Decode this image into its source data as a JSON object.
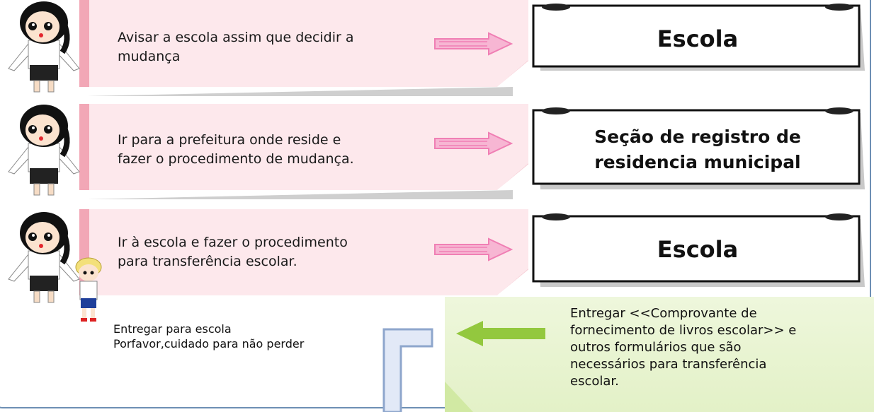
{
  "steps": [
    {
      "text": " Avisar a escola assim que decidir a\nmudança",
      "destination": "Escola"
    },
    {
      "text": " Ir para a prefeitura onde reside e\nfazer o procedimento de mudança.",
      "destination": "Seção de registro de\nresidencia municipal"
    },
    {
      "text": "Ir à escola e fazer o procedimento\npara transferência escolar.",
      "destination": "Escola"
    }
  ],
  "return_note": "Entregar <<Comprovante de\nfornecimento de livros escolar>> e\noutros formulários que são\nnecessários para transferência\nescolar.",
  "child_caption": "Entregar para escola\nPorfavor,cuidado para não perder",
  "colors": {
    "note_bg": "#fde8ec",
    "note_edge": "#f2a7b6",
    "arrow_pink": "#f07fb4",
    "green_bg": "#e8f4d2",
    "green_edge": "#a9d46a",
    "green_arrow": "#93c83e",
    "frame_blue": "#6d8fb4"
  },
  "icons": [
    "woman-icon",
    "child-icon",
    "pink-arrow-icon",
    "scroll-sign-icon",
    "green-arrow-icon",
    "bracket-connector"
  ]
}
